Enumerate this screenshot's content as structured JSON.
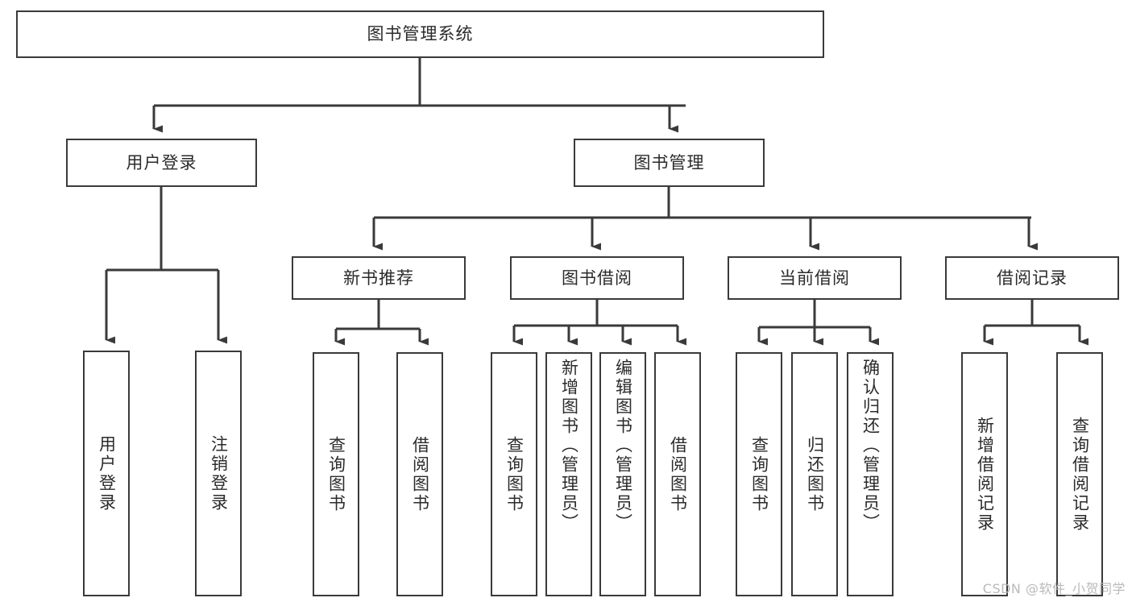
{
  "diagram": {
    "type": "tree-hierarchy",
    "title": "图书管理系统",
    "orientation": "top-down",
    "watermark": "CSDN @软件_小贺同学",
    "colors": {
      "box_border": "#3a3a3a",
      "box_fill": "#ffffff",
      "connector": "#3a3a3a",
      "text": "#2b2b2b",
      "watermark": "#b9b9b9",
      "background": "#ffffff"
    },
    "nodes": {
      "root": {
        "label": "图书管理系统",
        "level": 0
      },
      "level1": [
        {
          "id": "user-login",
          "label": "用户登录"
        },
        {
          "id": "book-manage",
          "label": "图书管理"
        }
      ],
      "level2": [
        {
          "id": "new-book-rec",
          "label": "新书推荐",
          "parent": "book-manage"
        },
        {
          "id": "book-borrow",
          "label": "图书借阅",
          "parent": "book-manage"
        },
        {
          "id": "current-borrow",
          "label": "当前借阅",
          "parent": "book-manage"
        },
        {
          "id": "borrow-record",
          "label": "借阅记录",
          "parent": "book-manage"
        }
      ],
      "leaves": [
        {
          "id": "leaf-user-login",
          "label": "用户登录",
          "parent": "user-login"
        },
        {
          "id": "leaf-logout",
          "label": "注销登录",
          "parent": "user-login"
        },
        {
          "id": "leaf-query-book-1",
          "label": "查询图书",
          "parent": "new-book-rec"
        },
        {
          "id": "leaf-borrow-book-1",
          "label": "借阅图书",
          "parent": "new-book-rec"
        },
        {
          "id": "leaf-query-book-2",
          "label": "查询图书",
          "parent": "book-borrow"
        },
        {
          "id": "leaf-add-book",
          "label": "新增图书（管理员）",
          "parent": "book-borrow"
        },
        {
          "id": "leaf-edit-book",
          "label": "编辑图书（管理员）",
          "parent": "book-borrow"
        },
        {
          "id": "leaf-borrow-book-2",
          "label": "借阅图书",
          "parent": "book-borrow"
        },
        {
          "id": "leaf-query-book-3",
          "label": "查询图书",
          "parent": "current-borrow"
        },
        {
          "id": "leaf-return-book",
          "label": "归还图书",
          "parent": "current-borrow"
        },
        {
          "id": "leaf-confirm-return",
          "label": "确认归还（管理员）",
          "parent": "current-borrow"
        },
        {
          "id": "leaf-add-record",
          "label": "新增借阅记录",
          "parent": "borrow-record"
        },
        {
          "id": "leaf-query-record",
          "label": "查询借阅记录",
          "parent": "borrow-record"
        }
      ]
    }
  }
}
